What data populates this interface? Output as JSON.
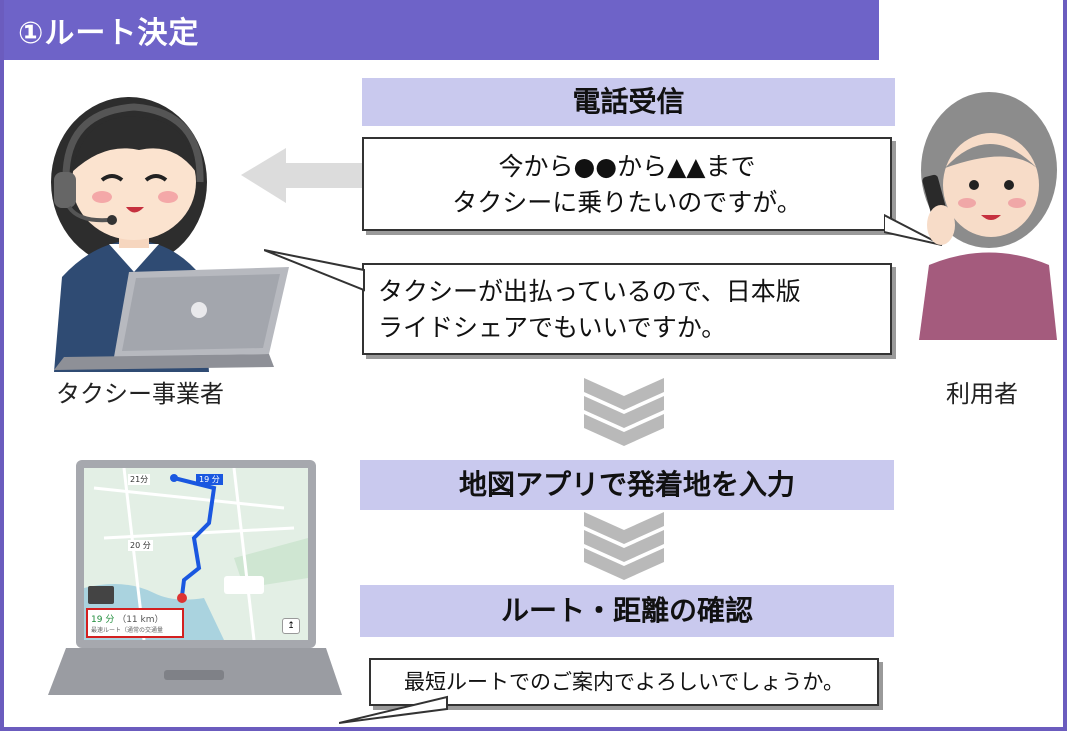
{
  "header": {
    "title": "①ルート決定"
  },
  "steps": {
    "call": "電話受信",
    "input": "地図アプリで発着地を入力",
    "confirm": "ルート・距離の確認"
  },
  "bubbles": {
    "user_request_line1": "今から●●から▲▲まで",
    "user_request_line2": "タクシーに乗りたいのですが。",
    "operator_reply_line1": "タクシーが出払っているので、日本版",
    "operator_reply_line2": "ライドシェアでもいいですか。",
    "route_confirm": "最短ルートでのご案内でよろしいでしょうか。"
  },
  "captions": {
    "operator": "タクシー事業者",
    "user": "利用者"
  },
  "map": {
    "time_label": "21分",
    "route_tag": "19 分",
    "duration": "19 分",
    "distance": "（11 km）",
    "sub": "最速ルート（通常の交通量",
    "road_badge": "20 分"
  },
  "colors": {
    "header": "#6e63c8",
    "step_box": "#c9c9ee",
    "route": "#1a57e0",
    "chevron": "#b9b9b9"
  }
}
